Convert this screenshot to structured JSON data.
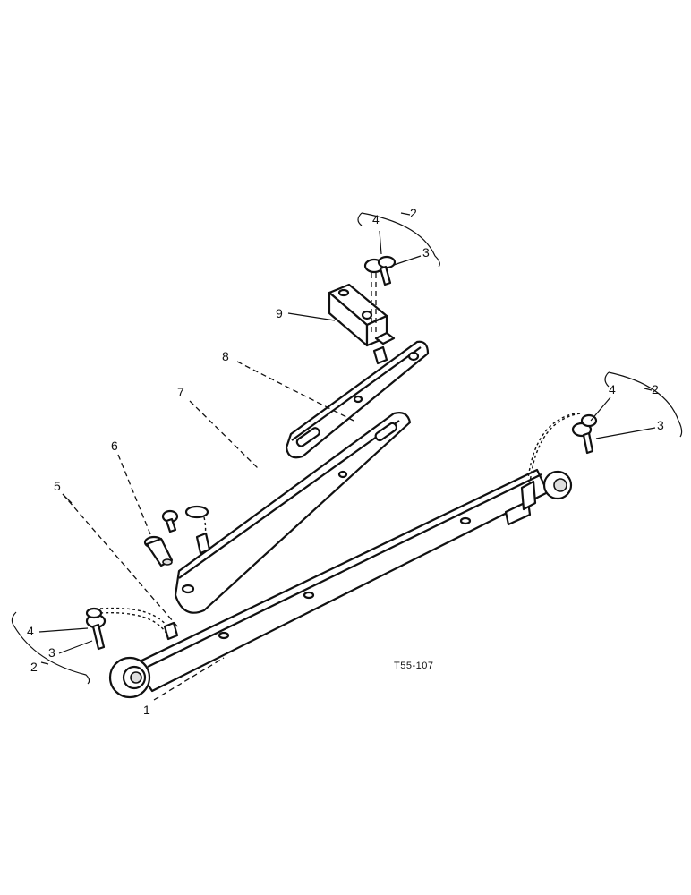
{
  "drawing": {
    "reference": "T55-107",
    "callouts": {
      "c1": "1",
      "c2_top": "2",
      "c3_top": "3",
      "c4_top": "4",
      "c2_right": "2",
      "c3_right": "3",
      "c4_right": "4",
      "c2_left": "2",
      "c3_left": "3",
      "c4_left": "4",
      "c5": "5",
      "c6": "6",
      "c7": "7",
      "c8": "8",
      "c9": "9"
    }
  }
}
